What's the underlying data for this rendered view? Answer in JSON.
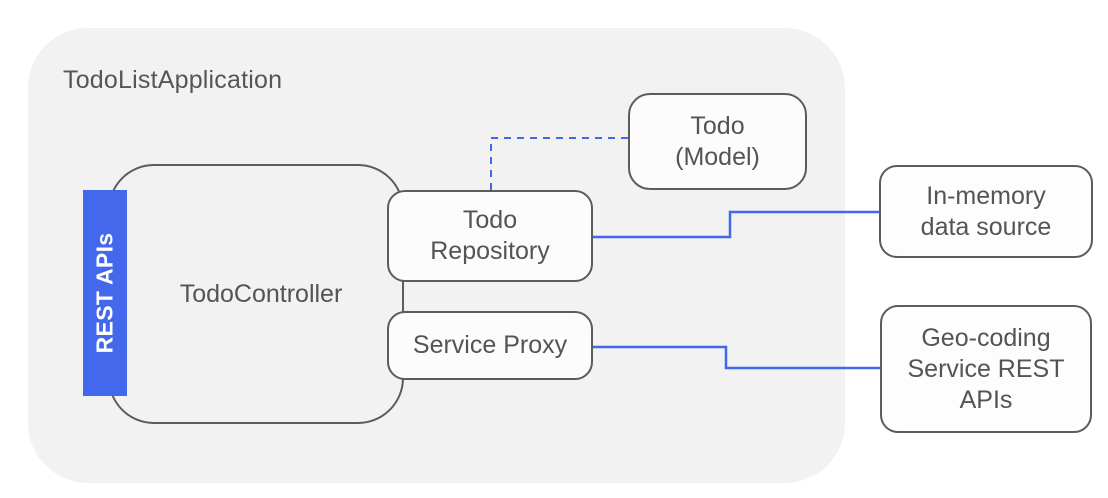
{
  "diagram": {
    "title": "TodoListApplication",
    "nodes": {
      "controller": {
        "label": "TodoController"
      },
      "rest_apis": {
        "label": "REST APIs"
      },
      "todo_repository": {
        "label": "Todo\nRepository"
      },
      "service_proxy": {
        "label": "Service Proxy"
      },
      "todo_model": {
        "label": "Todo\n(Model)"
      },
      "in_memory": {
        "label": "In-memory\ndata source"
      },
      "geo_coding": {
        "label": "Geo-coding\nService REST\nAPIs"
      }
    },
    "connections": [
      {
        "from": "todo_repository",
        "to": "todo_model",
        "style": "dashed",
        "color": "#4368ec"
      },
      {
        "from": "todo_repository",
        "to": "in_memory",
        "style": "solid",
        "color": "#4368ec"
      },
      {
        "from": "service_proxy",
        "to": "geo_coding",
        "style": "solid",
        "color": "#4368ec"
      }
    ],
    "colors": {
      "accent_blue": "#4368ec",
      "node_border": "#5c5c5c",
      "text": "#545454",
      "container_fill": "#f1f2f1",
      "node_fill": "#fcfcfc",
      "rest_label_text": "#ffffff"
    }
  }
}
